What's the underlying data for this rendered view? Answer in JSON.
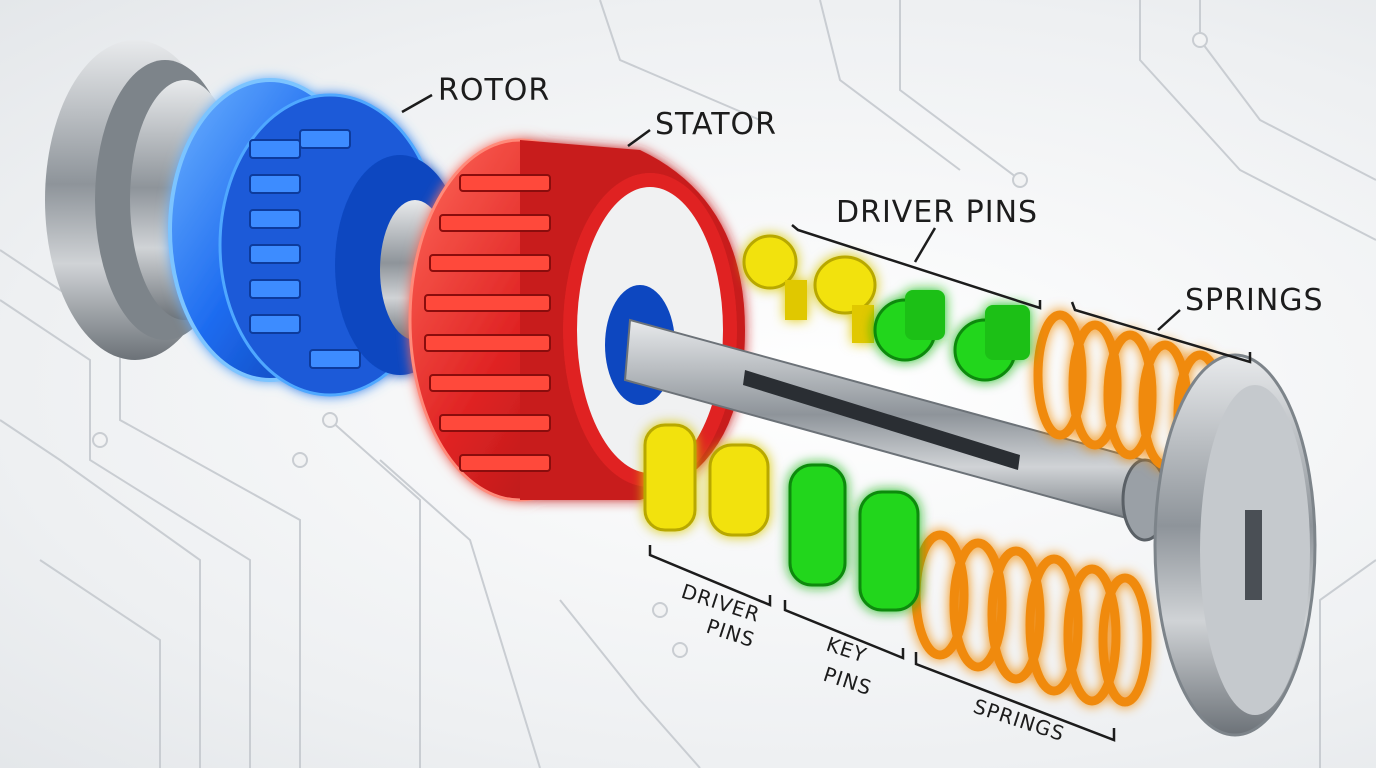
{
  "labels": {
    "rotor": "ROTOR",
    "stator": "STATOR",
    "driver_pins_top": "DRIVER PINS",
    "springs_top": "SPRINGS",
    "driver_pins_bottom_line1": "DRIVER",
    "driver_pins_bottom_line2": "PINS",
    "key_pins_line1": "KEY",
    "key_pins_line2": "PINS",
    "springs_bottom": "SPRINGS"
  },
  "colors": {
    "rotor": "#1e6cf0",
    "stator": "#e02424",
    "driver_pins": "#f2e20c",
    "key_pins": "#22d61e",
    "springs": "#f08a0a",
    "metal": "#9aa0a6",
    "background": "#f4f5f6"
  }
}
